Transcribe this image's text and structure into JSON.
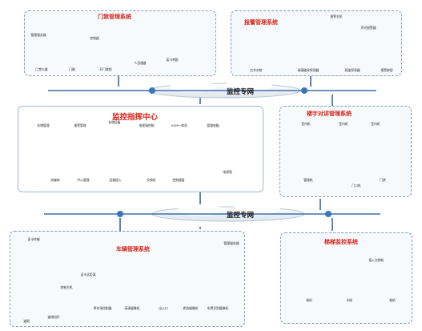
{
  "nets": {
    "top": "监控专网",
    "bottom": "监控专网"
  },
  "door": {
    "title": "门禁管理系统",
    "server": "管理服务器",
    "controller": "控制器",
    "reader": "门禁卡器",
    "magnet": "门磁",
    "exit": "开门按钮",
    "gate": "人员通道",
    "attendance": "读卡考勤"
  },
  "alarm": {
    "title": "报警管理系统",
    "host": "报警主机",
    "siren": "声光报警器",
    "beam": "红外对射",
    "glass": "玻璃破碎探测器",
    "pir": "双鉴探测器",
    "button": "报警按钮"
  },
  "center": {
    "title": "监控指挥中心",
    "storage_mgmt": "存储管理",
    "alarm_mgmt": "报警管理",
    "storage_dev": "存储设备",
    "tv_wall": "电视墙控制",
    "kvm": "KVM一体机",
    "pc": "管理电脑",
    "media": "流媒体",
    "central": "中心管理",
    "access": "设备接入",
    "switch": "交换机",
    "keyboard": "控制键盘",
    "wall": "电视墙"
  },
  "intercom": {
    "title": "楼宇对讲管理系统",
    "indoor1": "室内机",
    "indoor2": "室内机",
    "indoor3": "室内机",
    "mgmt": "管理机",
    "door_unit": "门口机",
    "door": "门禁"
  },
  "vehicle": {
    "title": "车辆管理系统",
    "terminal": "读卡终端",
    "controller": "控制主机",
    "barrier": "道闸",
    "stop": "道闸挡杆",
    "antenna": "读卡远距离",
    "cam_ctrl": "停车场控制器",
    "hd_cam": "高清摄像机",
    "exit_ctrl": "出入口",
    "ptz": "抓拍摄像机",
    "lpr": "车牌识别摄像机",
    "mgmt_server": "管理服务器"
  },
  "elevator": {
    "title": "梯梯监控系统",
    "switch": "接入交换机",
    "dome1": "球机",
    "dome2": "半球",
    "bullet": "枪机"
  }
}
